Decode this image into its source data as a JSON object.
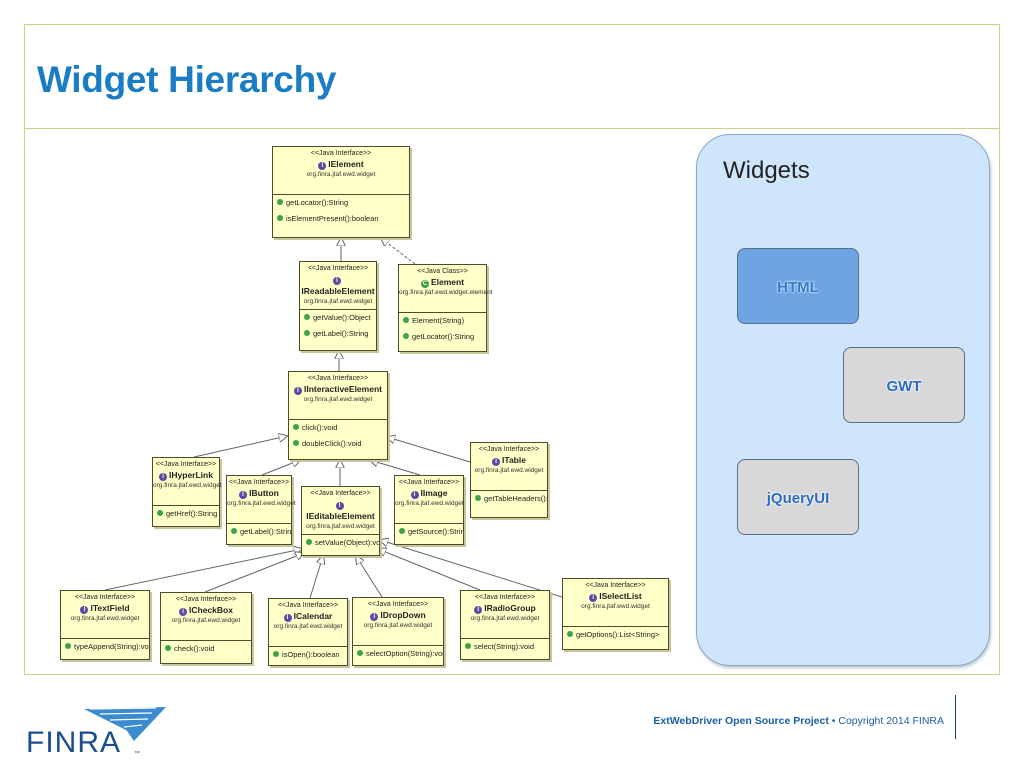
{
  "slide": {
    "title": "Widget Hierarchy"
  },
  "diagram": {
    "nodes": [
      {
        "id": "ielement",
        "stereotype": "<<Java Interface>>",
        "name": "IElement",
        "kind": "interface",
        "package": "org.finra.jtaf.ewd.widget",
        "methods": [
          "getLocator():String",
          "isElementPresent():boolean"
        ]
      },
      {
        "id": "ireadable",
        "stereotype": "<<Java Interface>>",
        "name": "IReadableElement",
        "kind": "interface",
        "package": "org.finra.jtaf.ewd.widget",
        "methods": [
          "getValue():Object",
          "getLabel():String"
        ]
      },
      {
        "id": "element",
        "stereotype": "<<Java Class>>",
        "name": "Element",
        "kind": "class",
        "package": "org.finra.jtaf.ewd.widget.element",
        "methods": [
          "Element(String)",
          "getLocator():String"
        ]
      },
      {
        "id": "iinteractive",
        "stereotype": "<<Java Interface>>",
        "name": "IInteractiveElement",
        "kind": "interface",
        "package": "org.finra.jtaf.ewd.widget",
        "methods": [
          "click():void",
          "doubleClick():void"
        ]
      },
      {
        "id": "ihyperlink",
        "stereotype": "<<Java Interface>>",
        "name": "IHyperLink",
        "kind": "interface",
        "package": "org.finra.jtaf.ewd.widget",
        "methods": [
          "getHref():String"
        ]
      },
      {
        "id": "ibutton",
        "stereotype": "<<Java Interface>>",
        "name": "IButton",
        "kind": "interface",
        "package": "org.finra.jtaf.ewd.widget",
        "methods": [
          "getLabel():String"
        ]
      },
      {
        "id": "ieditable",
        "stereotype": "<<Java Interface>>",
        "name": "IEditableElement",
        "kind": "interface",
        "package": "org.finra.jtaf.ewd.widget",
        "methods": [
          "setValue(Object):void"
        ]
      },
      {
        "id": "iimage",
        "stereotype": "<<Java Interface>>",
        "name": "IImage",
        "kind": "interface",
        "package": "org.finra.jtaf.ewd.widget",
        "methods": [
          "getSource():String"
        ]
      },
      {
        "id": "itable",
        "stereotype": "<<Java Interface>>",
        "name": "ITable",
        "kind": "interface",
        "package": "org.finra.jtaf.ewd.widget",
        "methods": [
          "getTableHeaders():..."
        ]
      },
      {
        "id": "itextfield",
        "stereotype": "<<Java Interface>>",
        "name": "ITextField",
        "kind": "interface",
        "package": "org.finra.jtaf.ewd.widget",
        "methods": [
          "typeAppend(String):void"
        ]
      },
      {
        "id": "icheckbox",
        "stereotype": "<<Java Interface>>",
        "name": "ICheckBox",
        "kind": "interface",
        "package": "org.finra.jtaf.ewd.widget",
        "methods": [
          "check():void"
        ]
      },
      {
        "id": "icalendar",
        "stereotype": "<<Java Interface>>",
        "name": "ICalendar",
        "kind": "interface",
        "package": "org.finra.jtaf.ewd.widget",
        "methods": [
          "isOpen():boolean"
        ]
      },
      {
        "id": "idropdown",
        "stereotype": "<<Java Interface>>",
        "name": "IDropDown",
        "kind": "interface",
        "package": "org.finra.jtaf.ewd.widget",
        "methods": [
          "selectOption(String):void"
        ]
      },
      {
        "id": "iradiogroup",
        "stereotype": "<<Java Interface>>",
        "name": "IRadioGroup",
        "kind": "interface",
        "package": "org.finra.jtaf.ewd.widget",
        "methods": [
          "select(String):void"
        ]
      },
      {
        "id": "iselectlist",
        "stereotype": "<<Java Interface>>",
        "name": "ISelectList",
        "kind": "interface",
        "package": "org.finra.jtaf.ewd.widget",
        "methods": [
          "getOptions():List<String>"
        ]
      }
    ]
  },
  "widgets_panel": {
    "title": "Widgets",
    "buttons": [
      {
        "label": "HTML",
        "style": "blue"
      },
      {
        "label": "GWT",
        "style": "gray"
      },
      {
        "label": "jQueryUI",
        "style": "gray"
      }
    ]
  },
  "footer": {
    "project": "ExtWebDriver Open Source Project",
    "separator": "•",
    "copyright": "Copyright 2014 FINRA",
    "logo_text": "FINRA",
    "logo_mark": "™"
  },
  "colors": {
    "title": "#1a7dc4",
    "box_fill": "#ffffc8",
    "panel_fill": "#cfe5fc",
    "html_button": "#6ea4e2",
    "gray_button": "#d8d8d8",
    "logo_blue": "#1a4f8c"
  }
}
